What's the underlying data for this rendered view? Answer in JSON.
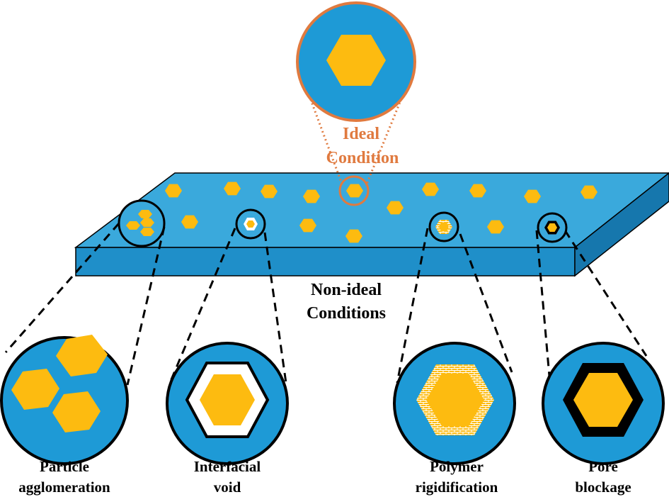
{
  "colors": {
    "membrane_top": "#3aa9dc",
    "membrane_front": "#1f8fc9",
    "membrane_side": "#1677ad",
    "filler": "#fdbb10",
    "accent": "#e07a3f",
    "circle_fill": "#1e9ad6",
    "outline": "#000000"
  },
  "ideal": {
    "title_line1": "Ideal",
    "title_line2": "Condition"
  },
  "nonideal": {
    "title_line1": "Non-ideal",
    "title_line2": "Conditions"
  },
  "defects": [
    {
      "line1": "Particle",
      "line2": "agglomeration"
    },
    {
      "line1": "Interfacial",
      "line2": "void"
    },
    {
      "line1": "Polymer",
      "line2": "rigidification"
    },
    {
      "line1": "Pore",
      "line2": "blockage"
    }
  ]
}
